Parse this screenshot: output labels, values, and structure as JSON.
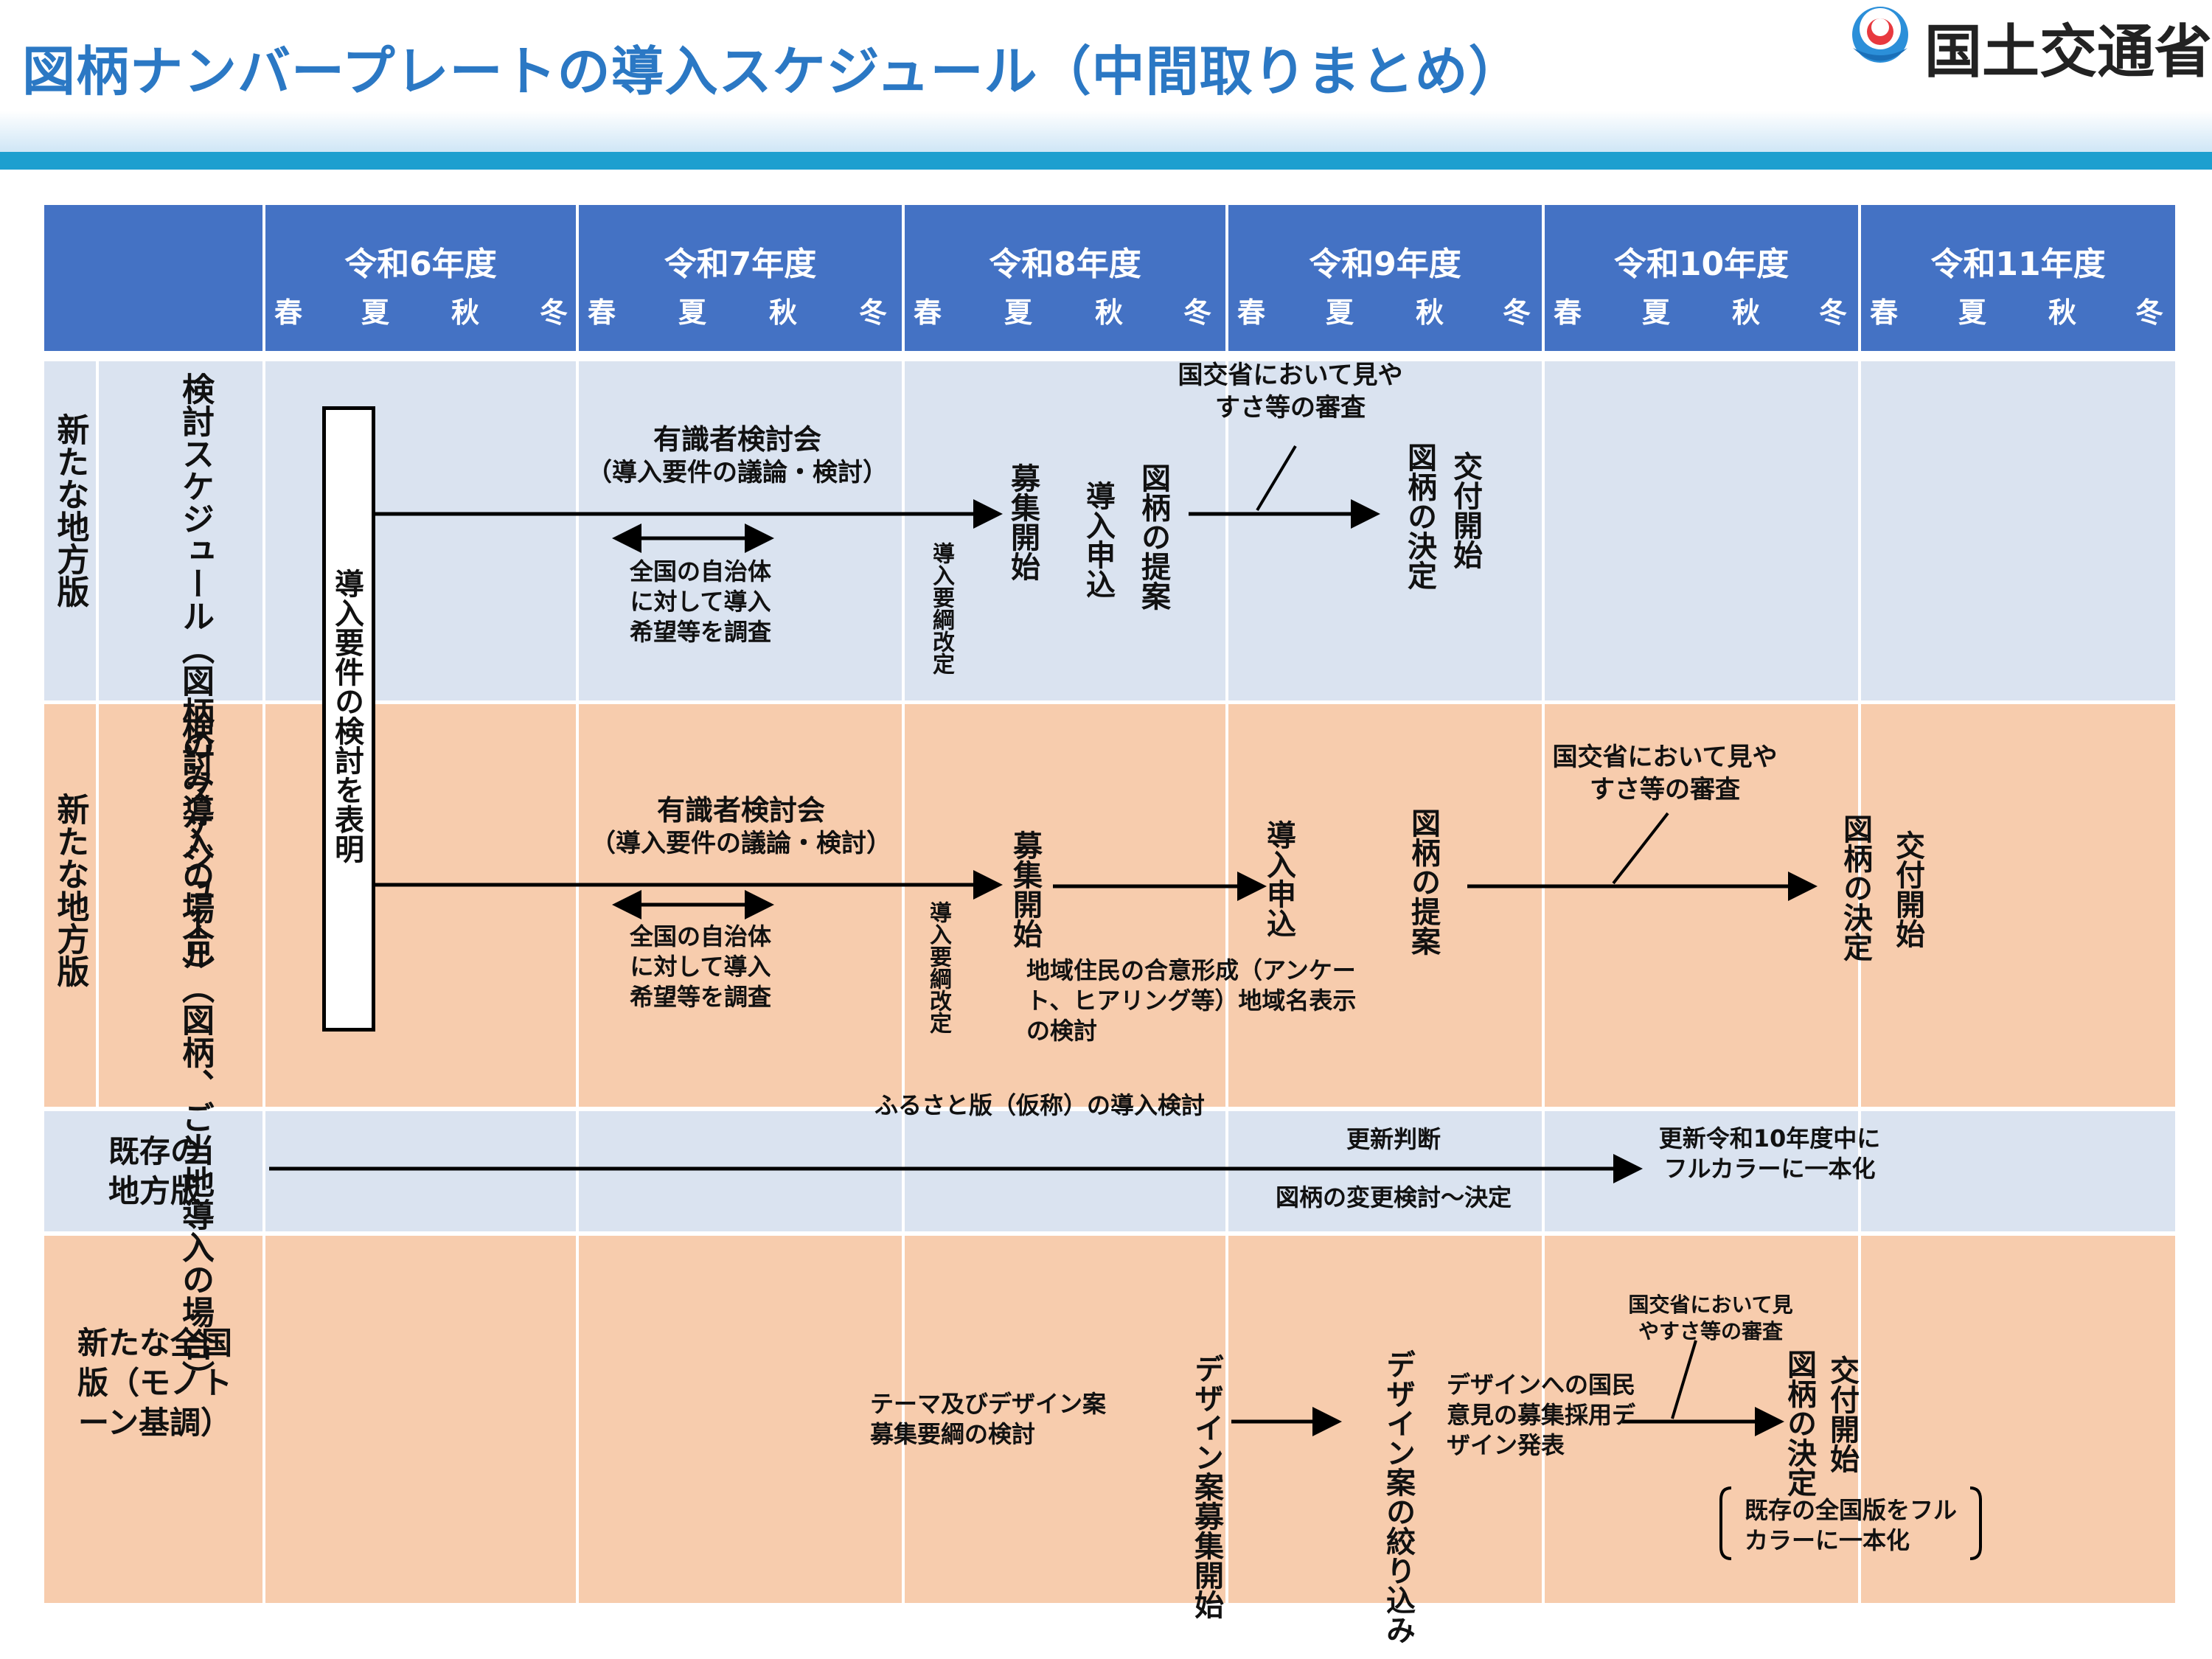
{
  "title": "図柄ナンバープレートの導入スケジュール（中間取りまとめ）",
  "logo": {
    "text": "国土交通省",
    "icon": "mlit-logo-icon"
  },
  "years": [
    "令和6年度",
    "令和7年度",
    "令和8年度",
    "令和9年度",
    "令和10年度",
    "令和11年度"
  ],
  "seasons": [
    "春",
    "夏",
    "秋",
    "冬"
  ],
  "rows": {
    "r1": {
      "label": "新たな地方版",
      "sublabel": "検討スケジュール（図柄のみ導入の場合）"
    },
    "r2": {
      "label": "新たな地方版",
      "sublabel": "検討スケジュール（図柄、ご当地導入の場合）"
    },
    "r3": {
      "label": "既存の地方版"
    },
    "r4": {
      "label": "新たな全国版（モノトーン基調）"
    }
  },
  "shared": {
    "box": "導入要件の検討を表明"
  },
  "r1": {
    "council": "有識者検討会",
    "council_sub": "（導入要件の議論・検討）",
    "survey": "全国の自治体に対して導入希望等を調査",
    "kaitei": "導入要綱改定",
    "boshu": "募集開始",
    "moushikomi": "導入申込",
    "teian": "図柄の提案",
    "shinsa": "国交省において見やすさ等の審査",
    "kettei": "図柄の決定",
    "kofu": "交付開始"
  },
  "r2": {
    "council": "有識者検討会",
    "council_sub": "（導入要件の議論・検討）",
    "survey": "全国の自治体に対して導入希望等を調査",
    "kaitei": "導入要綱改定",
    "boshu": "募集開始",
    "consensus": "地域住民の合意形成（アンケート、ヒアリング等）地域名表示の検討",
    "moushikomi": "導入申込",
    "teian": "図柄の提案",
    "shinsa": "国交省において見やすさ等の審査",
    "kettei": "図柄の決定",
    "kofu": "交付開始",
    "furusato": "ふるさと版（仮称）の導入検討"
  },
  "r3": {
    "handan": "更新判断",
    "henko": "図柄の変更検討～決定",
    "koushin": "更新令和10年度中にフルカラーに一本化"
  },
  "r4": {
    "theme": "テーマ及びデザイン案募集要綱の検討",
    "boshu": "デザイン案募集開始",
    "shibori": "デザイン案の絞り込み",
    "iken": "デザインへの国民意見の募集採用デザイン発表",
    "shinsa": "国交省において見やすさ等の審査",
    "kettei": "図柄の決定",
    "kofu": "交付開始",
    "note": "既存の全国版をフルカラーに一本化"
  }
}
